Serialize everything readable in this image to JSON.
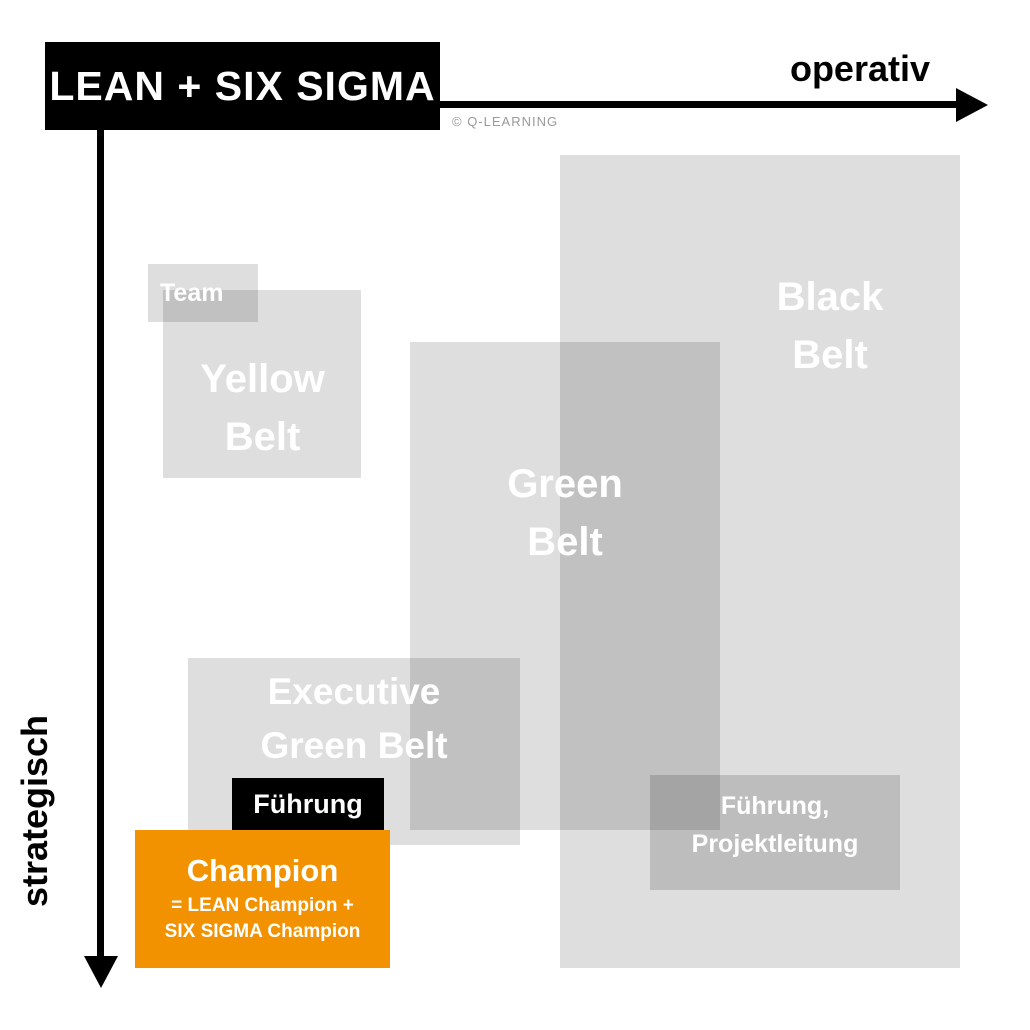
{
  "title": "LEAN + SIX SIGMA",
  "copyright": "© Q-LEARNING",
  "axes": {
    "horizontal": "operativ",
    "vertical": "strategisch"
  },
  "boxes": {
    "team": {
      "label": "Team"
    },
    "yellow": {
      "line1": "Yellow",
      "line2": "Belt"
    },
    "green": {
      "line1": "Green",
      "line2": "Belt"
    },
    "black": {
      "line1": "Black",
      "line2": "Belt"
    },
    "executive": {
      "line1": "Executive",
      "line2": "Green Belt"
    },
    "fuehrung": {
      "label": "Führung"
    },
    "leadership": {
      "line1": "Führung,",
      "line2": "Projektleitung"
    },
    "champion": {
      "title": "Champion",
      "subtitle1": "= LEAN Champion +",
      "subtitle2": "SIX SIGMA Champion"
    }
  },
  "colors": {
    "accent_orange": "#F29200",
    "axis_black": "#000000",
    "box_gray": "#DDDDDD",
    "box_gray_dark": "#BDBDBD",
    "text_white": "#FFFFFF"
  }
}
